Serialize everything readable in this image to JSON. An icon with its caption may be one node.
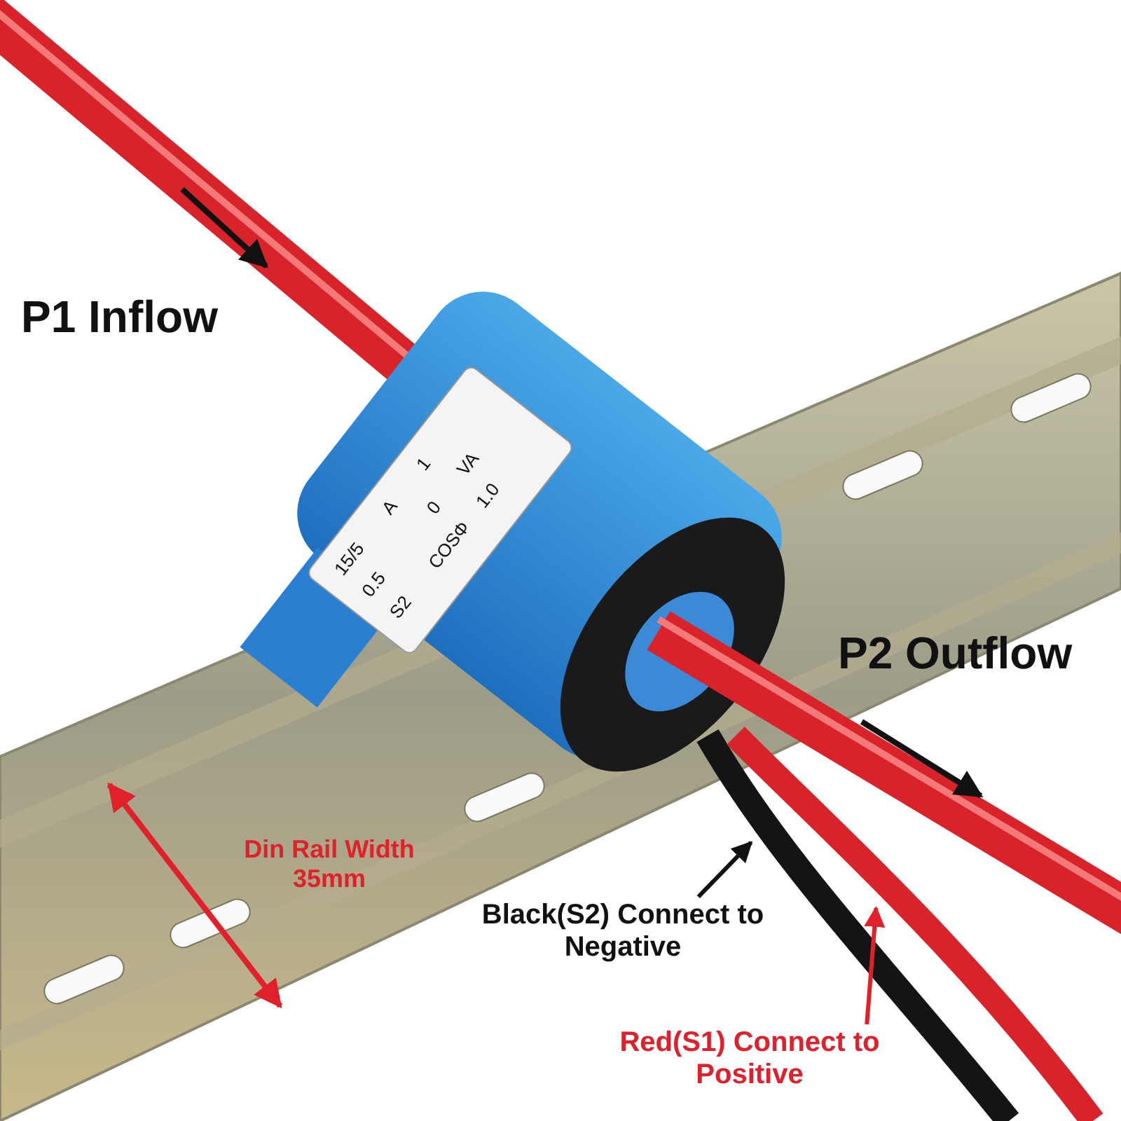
{
  "diagram": {
    "nodes": [
      {
        "text": [
          "Black(S2) Connect to Negative"
        ]
      },
      {
        "text": [],
        "shape": "picture"
      },
      {
        "text": [
          "Red(S1) Connect to Positive"
        ]
      },
      {
        "text": [],
        "shape": "picture"
      }
    ],
    "edges": [
      {
        "from": 0,
        "to": 1,
        "arrow": "to",
        "color": "#111111"
      },
      {
        "from": 2,
        "to": 3,
        "arrow": "to",
        "color": "#e0202a"
      }
    ],
    "labels": [
      "P1 Inflow",
      "P2 Outflow",
      "Din Rail Width 35mm",
      "15/5",
      "A",
      "1",
      "0",
      "VA",
      "0.5",
      "S2",
      "COSΦ",
      "1.0"
    ]
  }
}
